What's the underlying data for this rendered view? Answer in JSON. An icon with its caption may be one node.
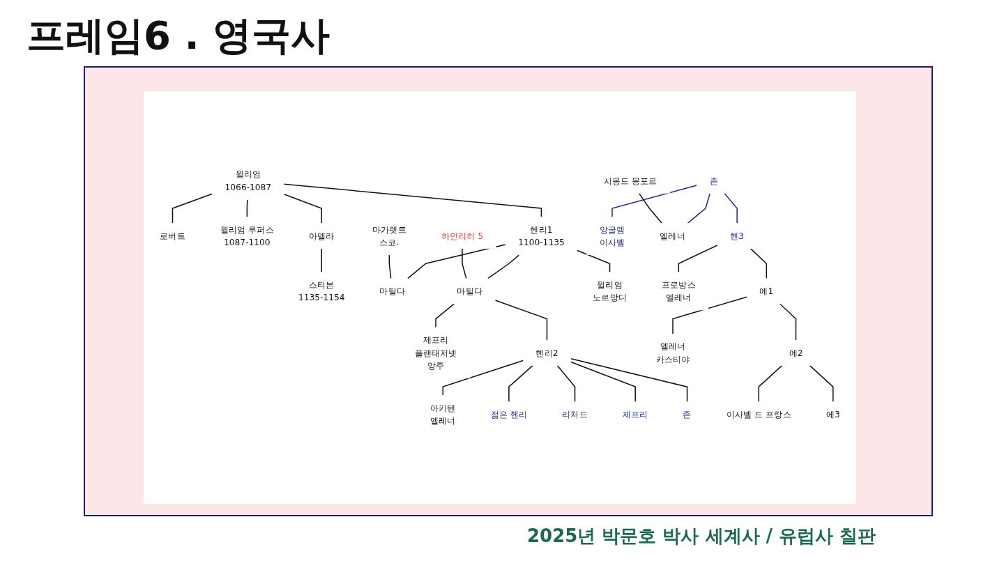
{
  "diagram": {
    "title": "프레임6 . 영국사",
    "caption": "2025년 박문호 박사 세계사 / 유럽사 칠판",
    "nodes": [
      {
        "text": [
          "윌리엄",
          "1066-1087"
        ]
      },
      {
        "text": [
          "로버트"
        ]
      },
      {
        "text": [
          "윌리엄 루퍼스",
          "1087-1100"
        ]
      },
      {
        "text": [
          "아델라"
        ]
      },
      {
        "text": [
          "스티븐",
          "1135-1154"
        ]
      },
      {
        "text": [
          "헨리1",
          "1100-1135"
        ]
      },
      {
        "text": [
          "마가렛트",
          "스코."
        ]
      },
      {
        "text": [
          "마틸다"
        ]
      },
      {
        "text": [
          "하인리히 5"
        ]
      },
      {
        "text": [
          "마틸다"
        ]
      },
      {
        "text": [
          "제프리",
          "플랜태저넷",
          "앙주"
        ]
      },
      {
        "text": [
          "윌리엄",
          "노르망디"
        ]
      },
      {
        "text": [
          "헨리2"
        ]
      },
      {
        "text": [
          "아키텐",
          "엘레너"
        ]
      },
      {
        "text": [
          "젊은 헨리"
        ]
      },
      {
        "text": [
          "리처드"
        ]
      },
      {
        "text": [
          "제프리"
        ]
      },
      {
        "text": [
          "존"
        ]
      },
      {
        "text": [
          "존"
        ]
      },
      {
        "text": [
          "앙굴렘",
          "이사벨"
        ]
      },
      {
        "text": [
          "시몽드 몽포르"
        ]
      },
      {
        "text": [
          "엘레너"
        ]
      },
      {
        "text": [
          "헨3"
        ]
      },
      {
        "text": [
          "프로방스",
          "엘레너"
        ]
      },
      {
        "text": [
          "에1"
        ]
      },
      {
        "text": [
          "엘레너",
          "카스티야"
        ]
      },
      {
        "text": [
          "에2"
        ]
      },
      {
        "text": [
          "이사벨 드 프랑스"
        ]
      },
      {
        "text": [
          "에3"
        ]
      }
    ],
    "edges": [
      {
        "from": 0,
        "to": 1,
        "arrow": "none"
      },
      {
        "from": 0,
        "to": 2,
        "arrow": "none"
      },
      {
        "from": 0,
        "to": 3,
        "arrow": "none"
      },
      {
        "from": 0,
        "to": 5,
        "arrow": "none"
      },
      {
        "from": 3,
        "to": 4,
        "arrow": "none"
      },
      {
        "from": 5,
        "to": 7,
        "arrow": "none"
      },
      {
        "from": 6,
        "to": 7,
        "arrow": "none"
      },
      {
        "from": 5,
        "to": 9,
        "arrow": "none"
      },
      {
        "from": 5,
        "to": 11,
        "arrow": "none"
      },
      {
        "from": 8,
        "to": 9,
        "arrow": "none"
      },
      {
        "from": 9,
        "to": 10,
        "arrow": "none"
      },
      {
        "from": 9,
        "to": 12,
        "arrow": "none"
      },
      {
        "from": 12,
        "to": 13,
        "arrow": "none"
      },
      {
        "from": 12,
        "to": 14,
        "arrow": "none"
      },
      {
        "from": 12,
        "to": 15,
        "arrow": "none"
      },
      {
        "from": 12,
        "to": 16,
        "arrow": "none"
      },
      {
        "from": 12,
        "to": 17,
        "arrow": "none"
      },
      {
        "from": 18,
        "to": 19,
        "arrow": "none",
        "color": "#1c2a8c"
      },
      {
        "from": 18,
        "to": 21,
        "arrow": "none",
        "color": "#1c2a8c"
      },
      {
        "from": 18,
        "to": 22,
        "arrow": "none",
        "color": "#1c2a8c"
      },
      {
        "from": 20,
        "to": 21,
        "arrow": "none"
      },
      {
        "from": 22,
        "to": 23,
        "arrow": "none"
      },
      {
        "from": 22,
        "to": 24,
        "arrow": "none"
      },
      {
        "from": 24,
        "to": 25,
        "arrow": "none"
      },
      {
        "from": 24,
        "to": 26,
        "arrow": "none"
      },
      {
        "from": 26,
        "to": 27,
        "arrow": "none"
      },
      {
        "from": 26,
        "to": 28,
        "arrow": "none"
      }
    ]
  }
}
